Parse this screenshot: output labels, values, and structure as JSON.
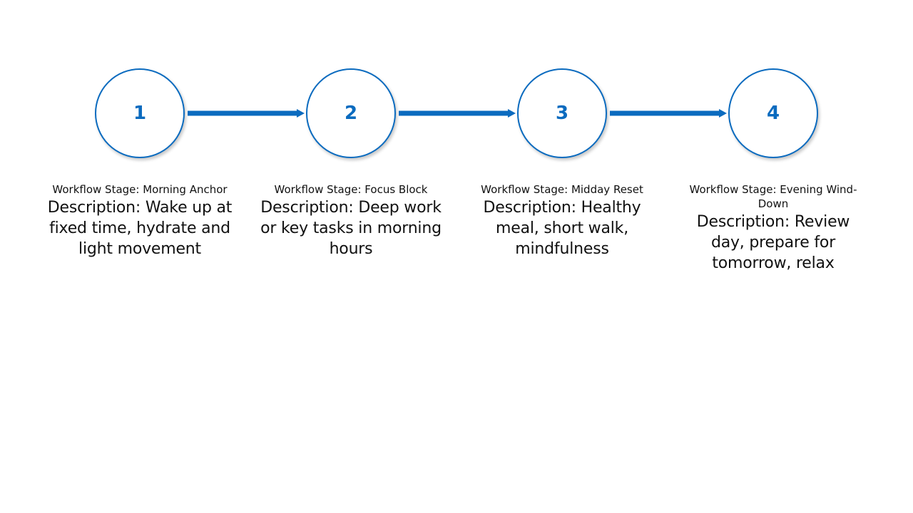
{
  "accent_color": "#0b6bbf",
  "steps": [
    {
      "number": "1",
      "stage": "Workflow Stage: Morning Anchor",
      "description": "Description: Wake up at fixed time, hydrate and light movement"
    },
    {
      "number": "2",
      "stage": "Workflow Stage: Focus Block",
      "description": "Description: Deep work or key tasks in morning hours"
    },
    {
      "number": "3",
      "stage": "Workflow Stage: Midday Reset",
      "description": "Description: Healthy meal, short walk, mindfulness"
    },
    {
      "number": "4",
      "stage": "Workflow Stage: Evening Wind-Down",
      "description": "Description: Review day, prepare for tomorrow, relax"
    }
  ]
}
